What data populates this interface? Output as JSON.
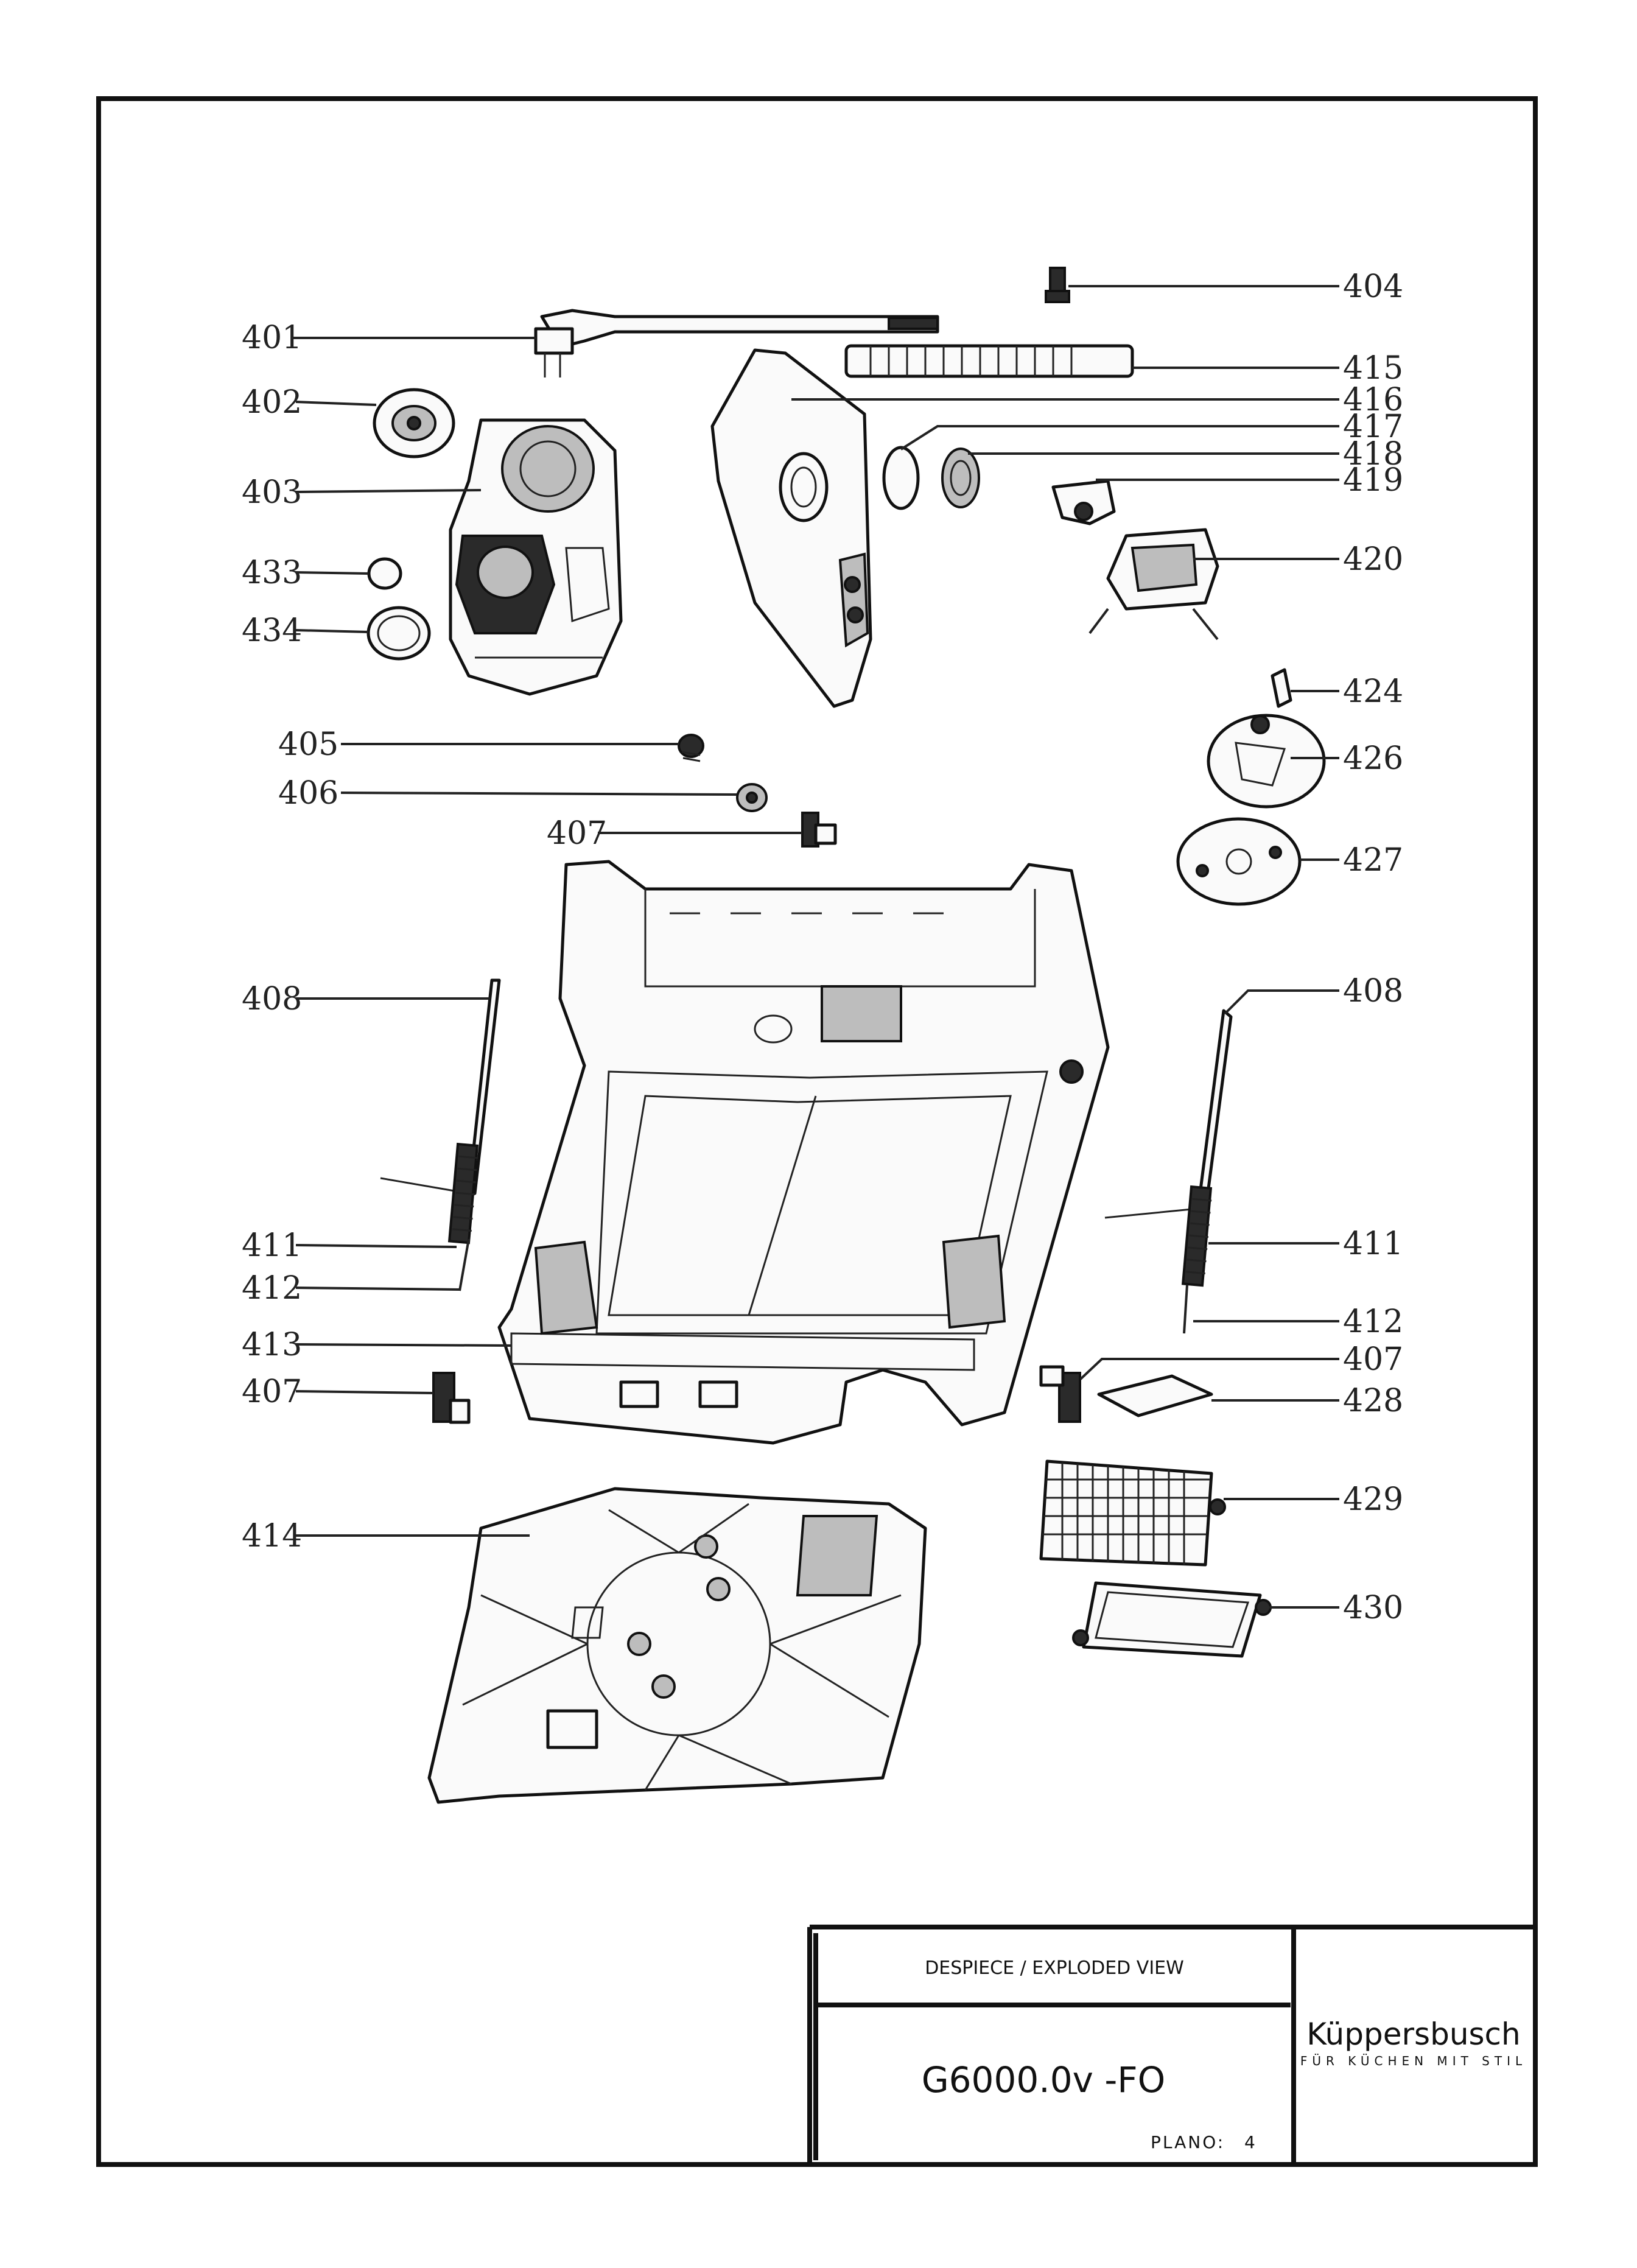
{
  "callouts": [
    {
      "id": "401",
      "label": "401"
    },
    {
      "id": "402",
      "label": "402"
    },
    {
      "id": "403",
      "label": "403"
    },
    {
      "id": "433",
      "label": "433"
    },
    {
      "id": "434",
      "label": "434"
    },
    {
      "id": "405",
      "label": "405"
    },
    {
      "id": "406",
      "label": "406"
    },
    {
      "id": "407a",
      "label": "407"
    },
    {
      "id": "408a",
      "label": "408"
    },
    {
      "id": "411a",
      "label": "411"
    },
    {
      "id": "412a",
      "label": "412"
    },
    {
      "id": "413",
      "label": "413"
    },
    {
      "id": "407b",
      "label": "407"
    },
    {
      "id": "414",
      "label": "414"
    },
    {
      "id": "404",
      "label": "404"
    },
    {
      "id": "415",
      "label": "415"
    },
    {
      "id": "416",
      "label": "416"
    },
    {
      "id": "417",
      "label": "417"
    },
    {
      "id": "418",
      "label": "418"
    },
    {
      "id": "419",
      "label": "419"
    },
    {
      "id": "420",
      "label": "420"
    },
    {
      "id": "424",
      "label": "424"
    },
    {
      "id": "426",
      "label": "426"
    },
    {
      "id": "427",
      "label": "427"
    },
    {
      "id": "408b",
      "label": "408"
    },
    {
      "id": "411b",
      "label": "411"
    },
    {
      "id": "412b",
      "label": "412"
    },
    {
      "id": "407c",
      "label": "407"
    },
    {
      "id": "428",
      "label": "428"
    },
    {
      "id": "429",
      "label": "429"
    },
    {
      "id": "430",
      "label": "430"
    }
  ],
  "title_block": {
    "heading": "DESPIECE / EXPLODED VIEW",
    "model": "G6000.0v -FO",
    "plano_label": "PLANO:",
    "plano_number": "4",
    "brand": "Küppersbusch",
    "tagline": "FÜR KÜCHEN MIT STIL"
  }
}
